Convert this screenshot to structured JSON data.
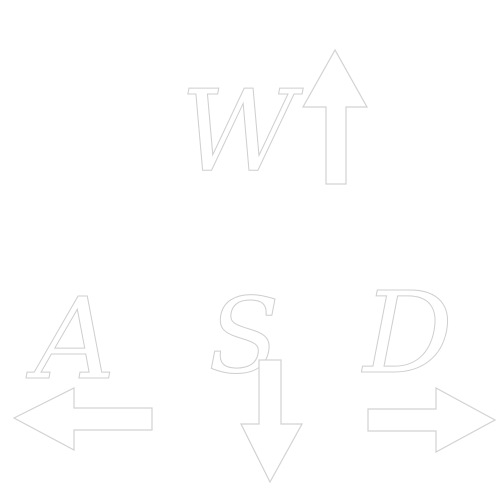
{
  "keys": {
    "up": {
      "letter": "W",
      "arrow_icon": "arrow-up-icon"
    },
    "left": {
      "letter": "A",
      "arrow_icon": "arrow-left-icon"
    },
    "down": {
      "letter": "S",
      "arrow_icon": "arrow-down-icon"
    },
    "right": {
      "letter": "D",
      "arrow_icon": "arrow-right-icon"
    }
  },
  "colors": {
    "background": "#ffffff",
    "glyph_fill": "#ffffff",
    "outline": "#d0d0d0"
  }
}
